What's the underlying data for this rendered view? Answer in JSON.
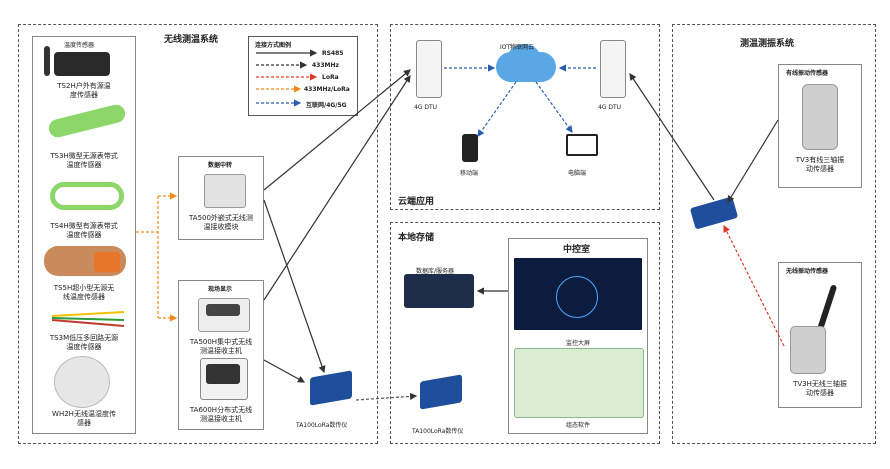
{
  "wireless_system": {
    "title": "无线测温系统"
  },
  "legend": {
    "title": "连接方式图例",
    "items": [
      {
        "label": "RS485",
        "color": "#333333"
      },
      {
        "label": "433MHz",
        "color": "#333333"
      },
      {
        "label": "LoRa",
        "color": "#e03b2a"
      },
      {
        "label": "433MHz/LoRa",
        "color": "#f08a1c"
      },
      {
        "label": "互联网/4G/5G",
        "color": "#2a5db0"
      }
    ]
  },
  "sensors": [
    {
      "top_label": "温度传感器",
      "label": "TS2H户外有源温\n度传感器"
    },
    {
      "label": "TS3H微型无源表带式\n温度传感器"
    },
    {
      "label": "TS4H微型有源表带式\n温度传感器"
    },
    {
      "label": "TS5H超小型无源无\n线温度传感器"
    },
    {
      "label": "TS3M低压多回路无源\n温度传感器"
    },
    {
      "label": "WH2H无线温湿度传\n感器"
    }
  ],
  "data_relay": {
    "title": "数据中转",
    "label": "TA500外嵌式无线测\n温接收模块"
  },
  "field_display": {
    "title": "现场显示",
    "units": [
      {
        "label": "TA500H集中式无线\n测温接收主机"
      },
      {
        "label": "TA600H分布式无线\n测温接收主机"
      }
    ]
  },
  "lora_left": {
    "label": "TA100LoRa数传仪"
  },
  "cloud_app": {
    "title": "云端应用",
    "cloud_label": "IOT物联网云",
    "dtu_left": "4G DTU",
    "dtu_right": "4G DTU",
    "mobile": "移动端",
    "pc": "电脑端"
  },
  "local_storage": {
    "title": "本地存储",
    "db_label": "数据库/服务器",
    "lora_label": "TA100LoRa数传仪",
    "control_room": {
      "title": "中控室",
      "screen_label": "监控大屏",
      "software_label": "组态软件"
    }
  },
  "vibration_system": {
    "title": "测温测振系统",
    "wired": {
      "title": "有线振动传感器",
      "label": "TV3有线三轴振\n动传感器"
    },
    "wireless": {
      "title": "无线振动传感器",
      "label": "TV3H无线三轴振\n动传感器"
    }
  }
}
